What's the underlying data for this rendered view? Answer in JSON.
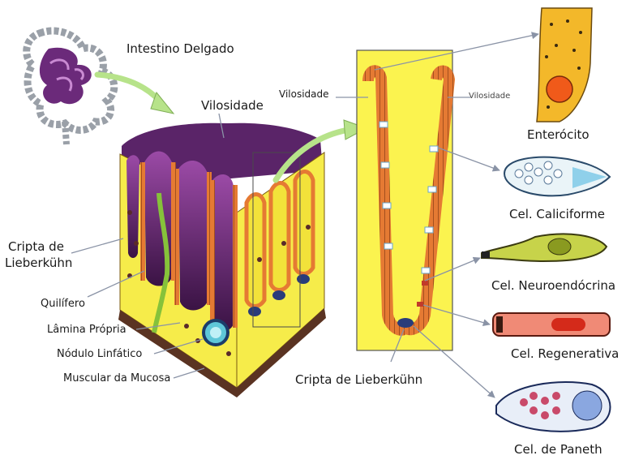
{
  "labels": {
    "intestino": "Intestino Delgado",
    "vilosidade_main": "Vilosidade",
    "vilosidade_left": "Vilosidade",
    "vilosidade_right": "Vilosidade",
    "cripta_left_1": "Cripta de",
    "cripta_left_2": "Lieberkühn",
    "quilifero": "Quilífero",
    "lamina": "Lâmina Própria",
    "nodulo": "Nódulo Linfático",
    "muscular": "Muscular da Mucosa",
    "cripta_bottom": "Cripta de Lieberkühn",
    "enterocito": "Enterócito",
    "caliciforme": "Cel. Caliciforme",
    "neuroendocrina": "Cel. Neuroendócrina",
    "regenerativa": "Cel. Regenerativa",
    "paneth": "Cel. de Paneth"
  },
  "colors": {
    "lamina_yellow": "#f6ec4a",
    "villus_purple": "#7a2f86",
    "villus_dark": "#3a1344",
    "epithelium_orange": "#d96a2a",
    "muscularis_brown": "#5a3322",
    "arrow_green": "#b7e38a",
    "line_gray": "#8a93a6",
    "enterocyte": "#f3b82a",
    "goblet": "#bfe3f0",
    "neuro": "#c7d34a",
    "regen": "#f08a76",
    "paneth": "#8aa7e0"
  }
}
